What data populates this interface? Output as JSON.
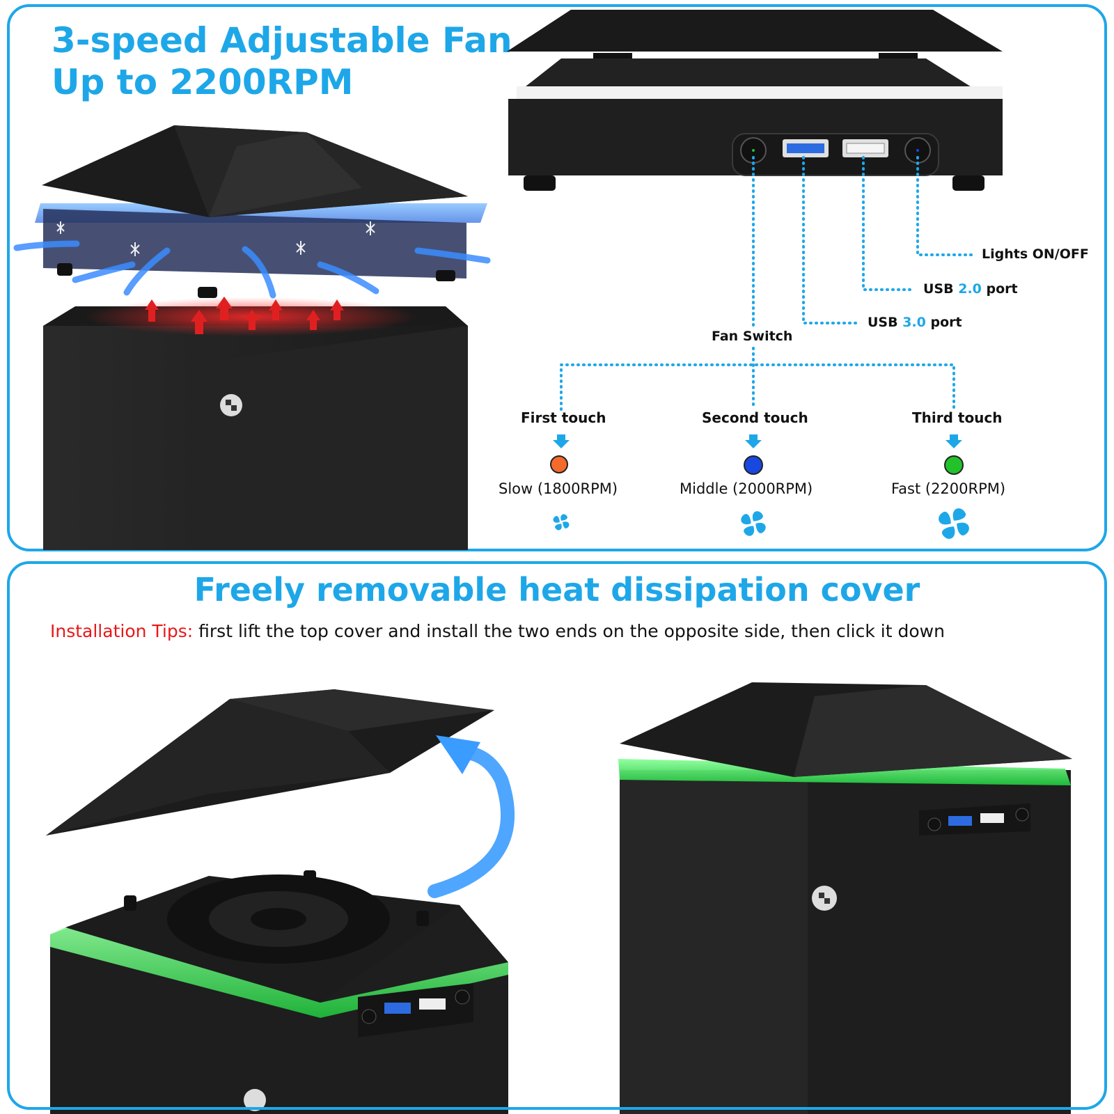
{
  "top_panel": {
    "headline_line1": "3-speed Adjustable Fan",
    "headline_line2": "Up to 2200RPM",
    "callouts": {
      "lights": "Lights ON/OFF",
      "usb2_prefix": "USB",
      "usb2_version": "2.0",
      "usb2_suffix": "port",
      "usb3_prefix": "USB",
      "usb3_version": "3.0",
      "usb3_suffix": "port",
      "fan_switch": "Fan Switch"
    },
    "speeds": [
      {
        "touch": "First touch",
        "speed": "Slow (1800RPM)",
        "color": "#f36b2a"
      },
      {
        "touch": "Second touch",
        "speed": "Middle (2000RPM)",
        "color": "#1848e0"
      },
      {
        "touch": "Third touch",
        "speed": "Fast (2200RPM)",
        "color": "#22c22a"
      }
    ]
  },
  "bottom_panel": {
    "headline": "Freely removable heat dissipation cover",
    "tip_label": "Installation Tips:",
    "tip_text": "first lift the top cover and install the two ends on the opposite side, then click it down"
  },
  "colors": {
    "accent": "#1ea7e8",
    "tip_red": "#e81818",
    "console_black": "#1e1e1e",
    "led_green": "#36e05a",
    "cool_blue": "#3b8cff",
    "heat_red": "#e02020"
  },
  "icons": [
    "fan-icon",
    "power-button-icon",
    "usb-port-icon",
    "snowflake-icon",
    "arrow-down-icon",
    "airflow-arrow-icon",
    "heat-arrow-icon",
    "lift-arrow-icon"
  ]
}
